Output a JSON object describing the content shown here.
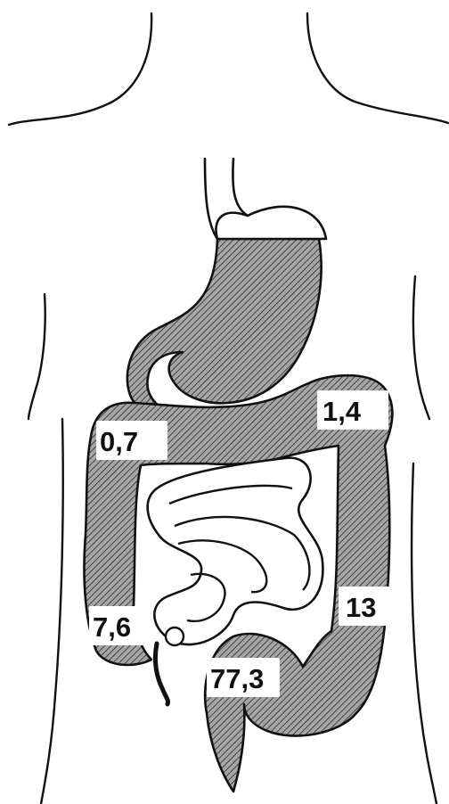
{
  "diagram": {
    "colors": {
      "outline": "#111111",
      "fill": "#9a9a9a",
      "background": "#ffffff"
    },
    "labels": {
      "transverse_left": "0,7",
      "transverse_right": "1,4",
      "descending": "13",
      "ascending": "7,6",
      "sigmoid_rectum": "77,3"
    }
  }
}
